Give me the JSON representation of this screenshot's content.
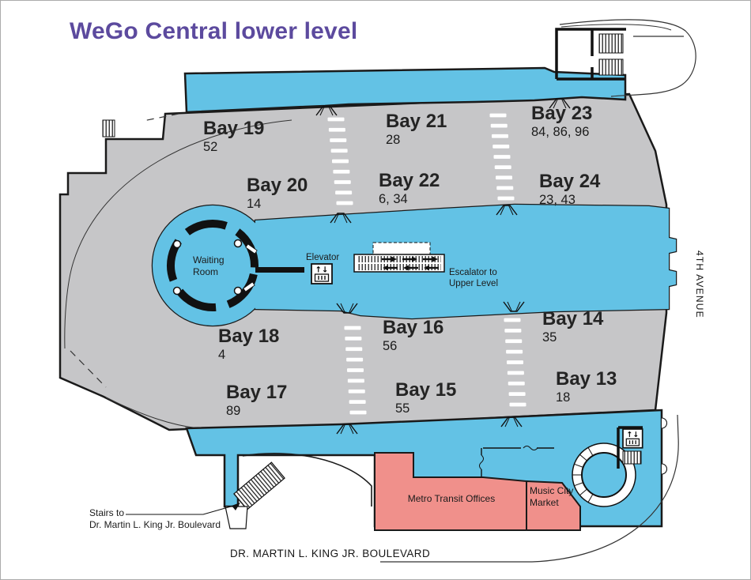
{
  "title": "WeGo Central lower level",
  "colors": {
    "title_purple": "#5C4A9E",
    "platform_blue": "#63C2E5",
    "roadway_gray": "#C6C6C8",
    "offices_salmon": "#F0908B",
    "outline_black": "#1A1A1A",
    "crosswalk_white": "#FFFFFF"
  },
  "map": {
    "bays": [
      {
        "name": "Bay 19",
        "routes": "52"
      },
      {
        "name": "Bay 21",
        "routes": "28"
      },
      {
        "name": "Bay 23",
        "routes": "84, 86, 96"
      },
      {
        "name": "Bay 20",
        "routes": "14"
      },
      {
        "name": "Bay 22",
        "routes": "6, 34"
      },
      {
        "name": "Bay 24",
        "routes": "23, 43"
      },
      {
        "name": "Bay 18",
        "routes": "4"
      },
      {
        "name": "Bay 16",
        "routes": "56"
      },
      {
        "name": "Bay 14",
        "routes": "35"
      },
      {
        "name": "Bay 17",
        "routes": "89"
      },
      {
        "name": "Bay 15",
        "routes": "55"
      },
      {
        "name": "Bay 13",
        "routes": "18"
      }
    ],
    "labels": {
      "waiting_room": "Waiting Room",
      "elevator": "Elevator",
      "escalator": "Escalator to Upper Level",
      "metro_offices": "Metro Transit Offices",
      "music_market": "Music City Market",
      "stairs_line1": "Stairs to",
      "stairs_line2": "Dr. Martin L. King Jr. Boulevard",
      "street_bottom": "DR. MARTIN L. KING JR. BOULEVARD",
      "street_right": "4TH AVENUE"
    },
    "icons": [
      "elevator-icon",
      "escalator-icon",
      "stairs-icon",
      "spiral-stairs-icon",
      "crosswalk-marking",
      "waiting-room-ring"
    ]
  }
}
